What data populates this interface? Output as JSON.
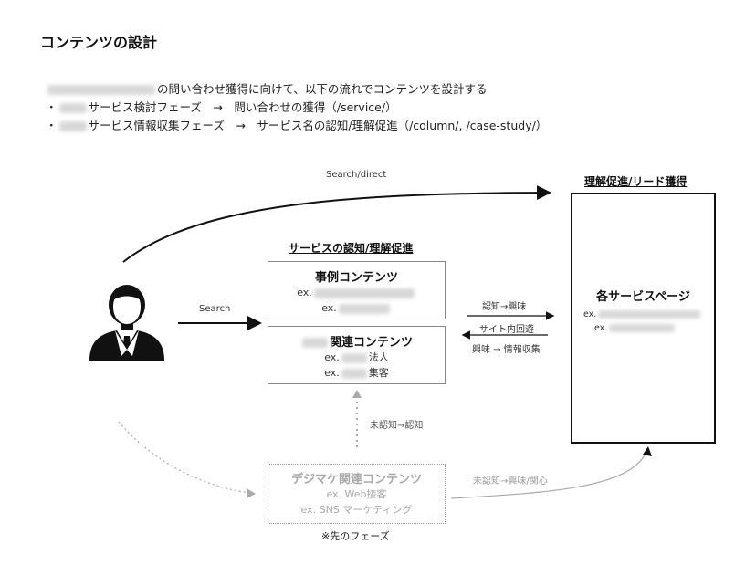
{
  "title": "コンテンツの設計",
  "intro": {
    "line1": "の問い合わせ獲得に向けて、以下の流れでコンテンツを設計する",
    "line2_prefix": "・",
    "line2": "サービス検討フェーズ　→　問い合わせの獲得（/service/）",
    "line3_prefix": "・",
    "line3": "サービス情報収集フェーズ　→　サービス名の認知/理解促進（/column/, /case-study/）"
  },
  "diagram": {
    "top_arrow_label": "Search/direct",
    "search_label": "Search",
    "section_awareness": "サービスの認知/理解促進",
    "section_lead": "理解促進/リード獲得",
    "box_cases": {
      "title": "事例コンテンツ",
      "ex1": "ex.",
      "ex2": "ex."
    },
    "box_related": {
      "title": "関連コンテンツ",
      "ex1_prefix": "ex.",
      "ex1_suffix": "法人",
      "ex2_prefix": "ex.",
      "ex2_suffix": "集客"
    },
    "arrow_to_service": "認知→興味",
    "arrow_internal": "サイト内回遊",
    "arrow_back": "興味 → 情報収集",
    "dotted_up_label": "未認知→認知",
    "box_service": {
      "title": "各サービスページ",
      "ex1": "ex.",
      "ex2": "ex."
    },
    "box_digimake": {
      "title": "デジマケ関連コンテンツ",
      "ex1": "ex. Web接客",
      "ex2": "ex. SNS マーケティング"
    },
    "curve_label": "未認知→興味/関心",
    "future_note": "※先のフェーズ"
  },
  "colors": {
    "dark": "#111111",
    "gray": "#999999",
    "box_border": "#888888"
  },
  "icons": {
    "person": "businessman-icon"
  }
}
